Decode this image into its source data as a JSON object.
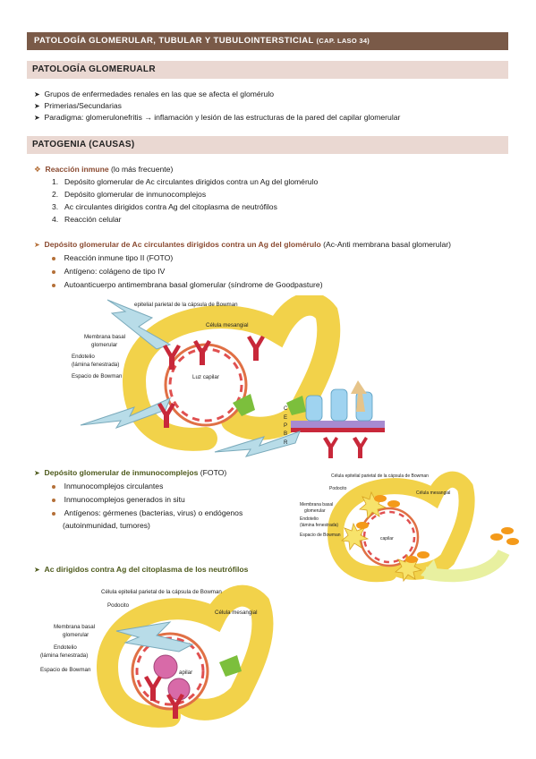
{
  "header": {
    "title": "PATOLOGÍA GLOMERULAR, TUBULAR Y TUBULOINTERSTICIAL",
    "chapter": "(CAP. LASO 34)"
  },
  "section1": {
    "title": "PATOLOGÍA GLOMERUALR",
    "bullets": [
      "Grupos de enfermedades renales en las que se afecta el glomérulo",
      "Primerias/Secundarias",
      "Paradigma: glomerulonefritis → inflamación y lesión de las estructuras de la pared del capilar glomerular"
    ]
  },
  "section2": {
    "title": "PATOGENIA (CAUSAS)",
    "immune": {
      "heading": "Reacción inmune",
      "note": "(lo más frecuente)",
      "items": [
        {
          "n": "1.",
          "text": "Depósito glomerular de Ac circulantes dirigidos contra un Ag del glomérulo"
        },
        {
          "n": "2.",
          "text": "Depósito glomerular de inmunocomplejos"
        },
        {
          "n": "3.",
          "text": "Ac circulantes dirigidos contra Ag del citoplasma de neutrófilos"
        },
        {
          "n": "4.",
          "text": "Reacción celular"
        }
      ]
    },
    "block1": {
      "heading": "Depósito glomerular de Ac circulantes dirigidos contra un Ag del glomérulo",
      "note": "(Ac-Anti membrana basal glomerular)",
      "items": [
        "Reacción inmune tipo II (FOTO)",
        "Antígeno: colágeno de tipo IV",
        "Autoanticuerpo antimembrana basal glomerular (síndrome de Goodpasture)"
      ],
      "figure_labels": {
        "top": "epitelial parietal de la cápsula de Bowman",
        "mesangial": "Célula mesangial",
        "membrana": "Membrana basal",
        "glomerular": "glomerular",
        "endotelio": "Endotelio",
        "lamina": "(lámina fenestrada)",
        "espacio": "Espacio de Bowman",
        "luz": "Luz capilar",
        "c": "C",
        "e": "E",
        "p": "P",
        "b": "B",
        "r": "R"
      }
    },
    "block2": {
      "heading": "Depósito glomerular de inmunocomplejos",
      "note": "(FOTO)",
      "items": [
        "Inmunocomplejos circulantes",
        "Inmunocomplejos generados in situ",
        "Antígenos: gérmenes (bacterias, virus) o endógenos",
        "(autoinmunidad, tumores)"
      ],
      "figure_labels": {
        "top": "Célula epitelial parietal de la cápsula de Bowman",
        "podocito": "Podocito",
        "mesangial": "Célula mesangial",
        "membrana": "Membrana basal",
        "glomerular": "glomerular",
        "endotelio": "Endotelio",
        "lamina": "(lámina fenestrada)",
        "espacio": "Espacio de Bowman",
        "capilar": "capilar"
      }
    },
    "block3": {
      "heading": "Ac dirigidos contra Ag del citoplasma de los neutrófilos",
      "figure_labels": {
        "top": "Célula epitelial parietal de la cápsula de Bowman",
        "podocito": "Podocito",
        "mesangial": "Célula mesangial",
        "membrana": "Membrana basal",
        "glomerular": "glomerular",
        "endotelio": "Endotelio",
        "lamina": "(lámina fenestrada)",
        "espacio": "Espacio de Bowman",
        "capilar": "apilar"
      }
    }
  },
  "colors": {
    "header_bg": "#7a5a48",
    "section_bg": "#ead8d2",
    "accent_brown": "#8a4a30",
    "accent_olive": "#4e5a1c",
    "bullet_orange": "#b46f38"
  }
}
